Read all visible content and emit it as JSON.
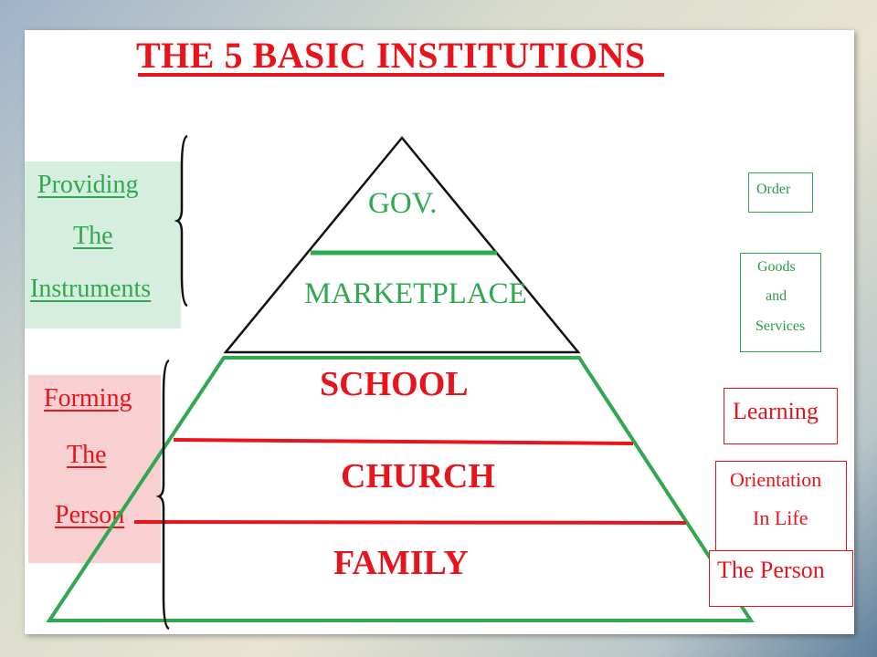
{
  "title": "THE 5 BASIC INSTITUTIONS",
  "pyramid": {
    "top": [
      "GOV.",
      "MARKETPLACE"
    ],
    "bottom": [
      "SCHOOL",
      "CHURCH",
      "FAMILY"
    ]
  },
  "left_labels": {
    "instruments": [
      "Providing",
      "The",
      "Instruments"
    ],
    "person": [
      "Forming",
      "The",
      "Person"
    ]
  },
  "right_boxes": {
    "order": "Order",
    "goods": [
      "Goods",
      "and",
      "Services"
    ],
    "learning": "Learning",
    "orientation": [
      "Orientation",
      "In Life"
    ],
    "person": "The Person"
  },
  "colors": {
    "red": "#e8141b",
    "green": "#2fa84f",
    "green_panel": "#d6eedf",
    "red_panel": "#f8d0d2"
  }
}
